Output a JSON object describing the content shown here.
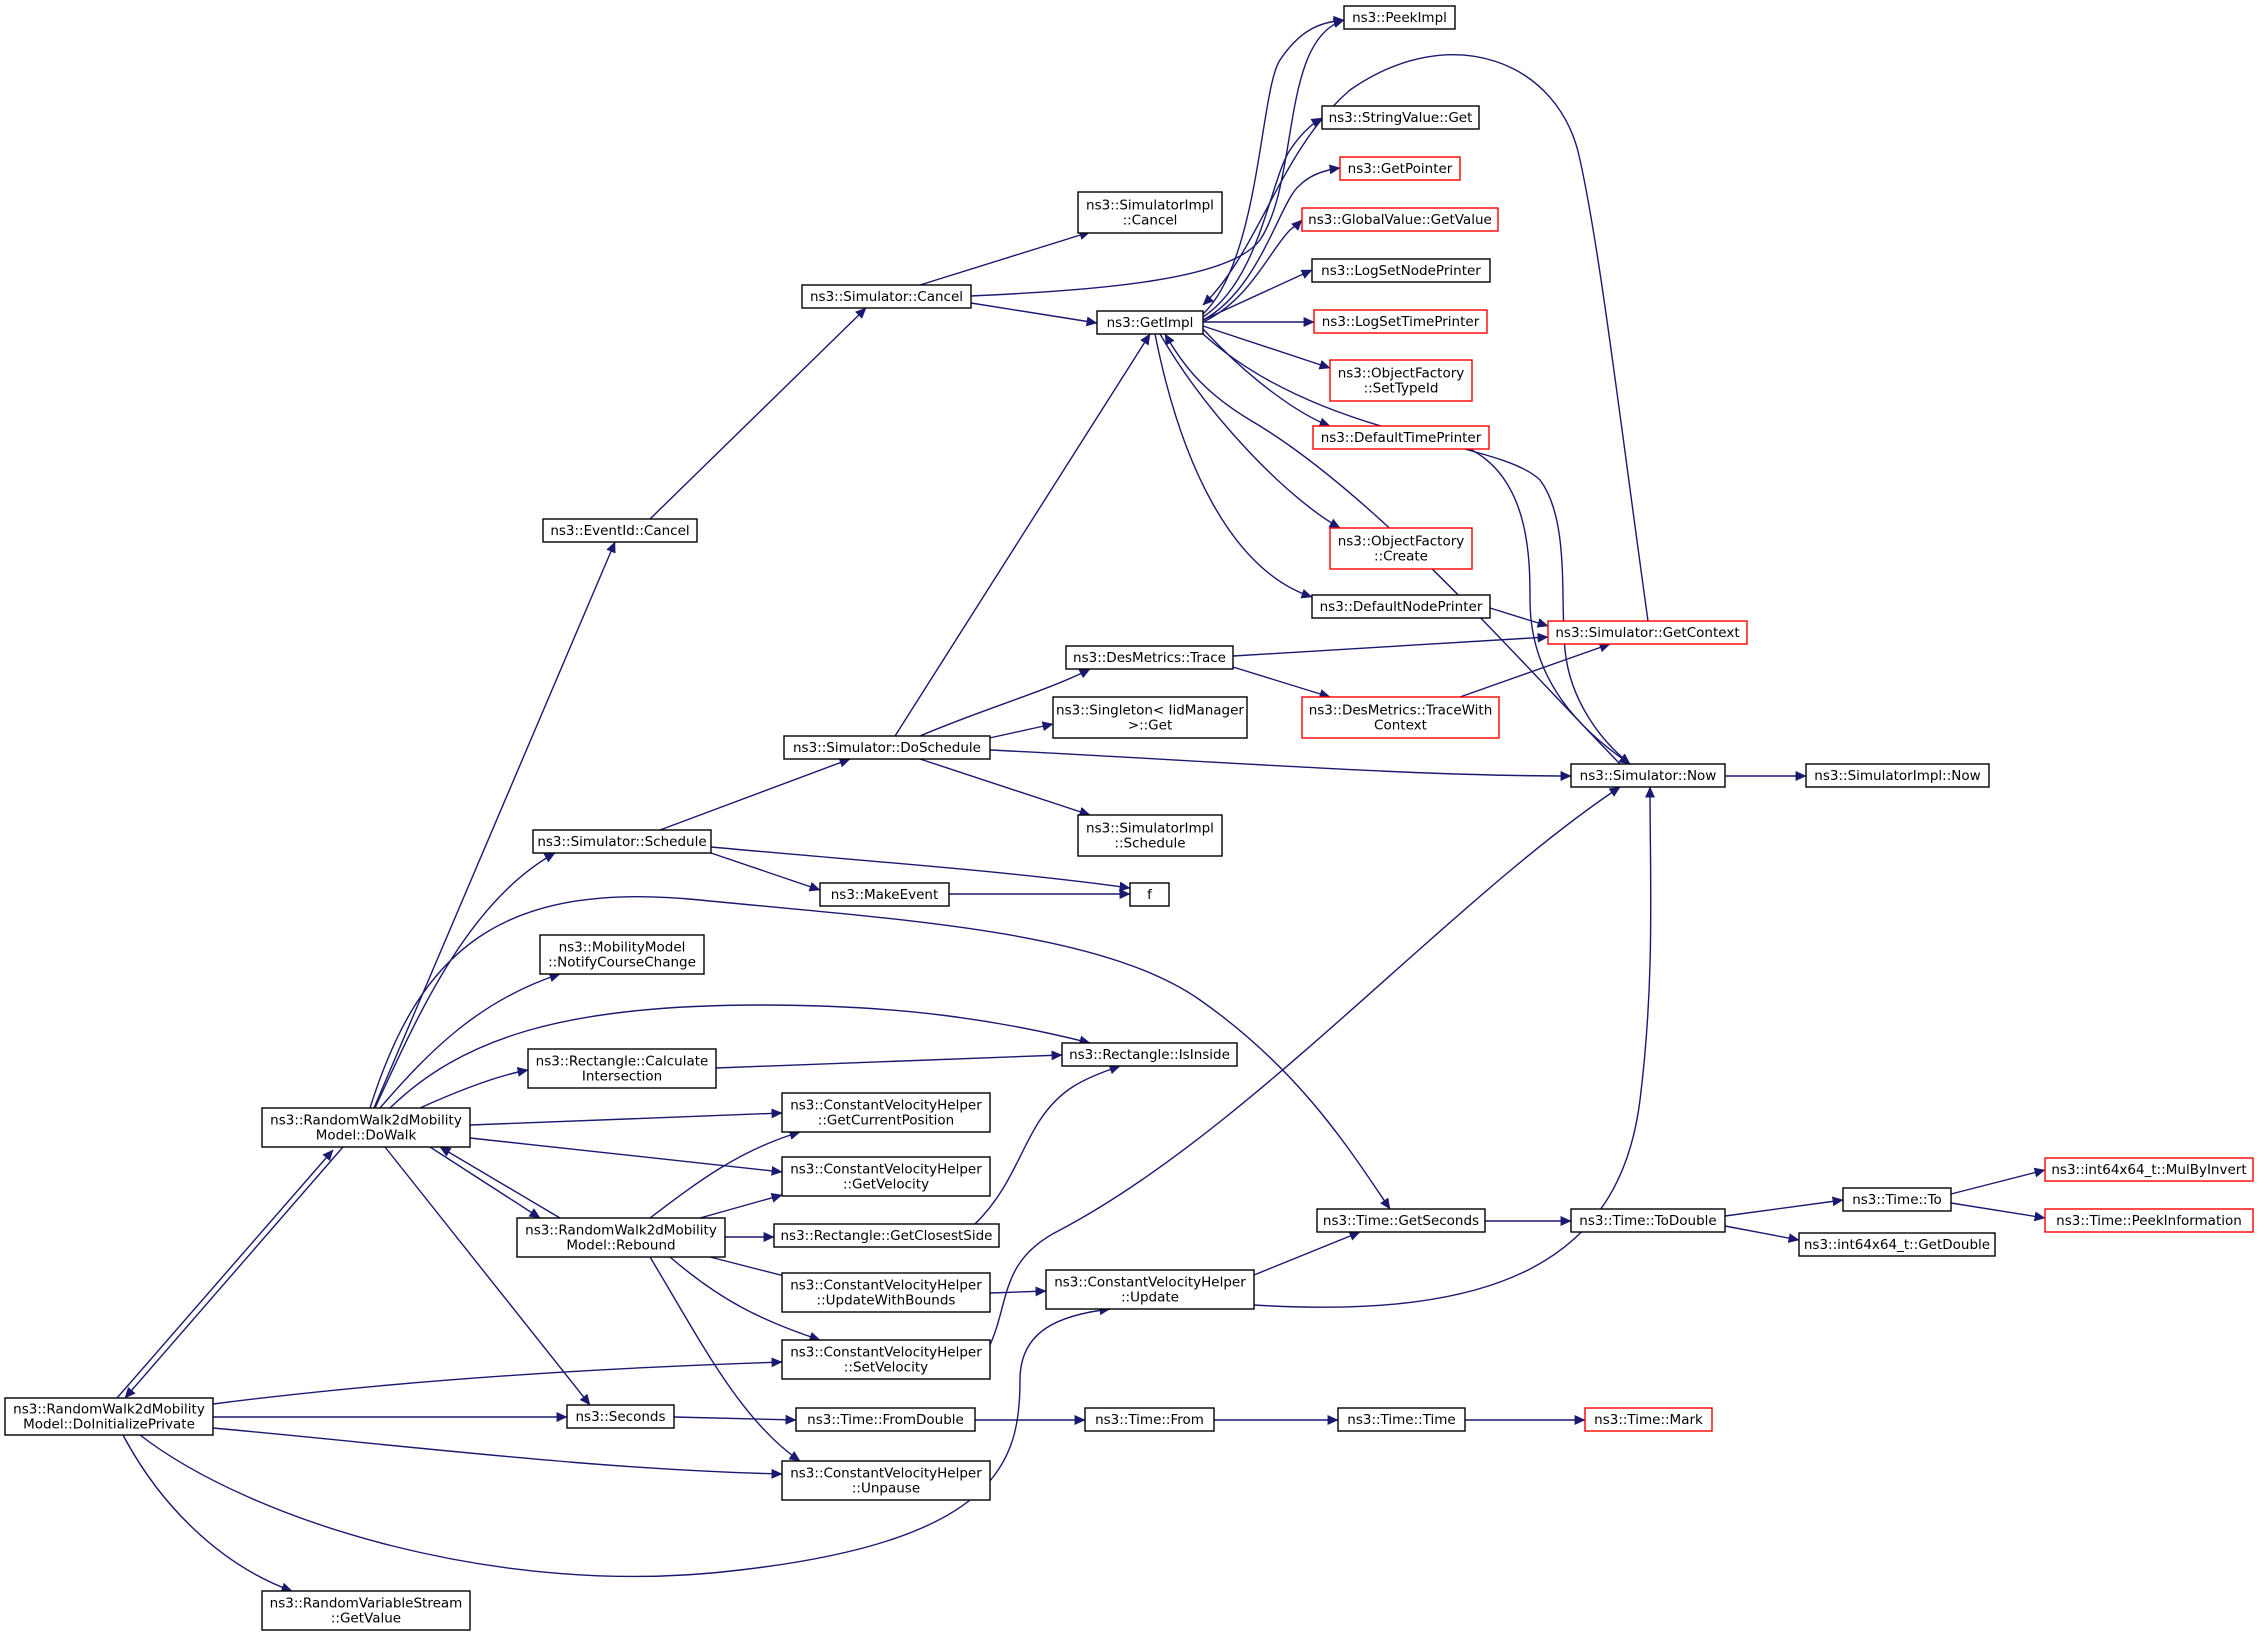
{
  "colors": {
    "edge": "#191970",
    "border_normal": "#000000",
    "border_truncated": "#ff0000",
    "root_fill": "#bfbfbf",
    "node_fill": "#ffffff",
    "text": "#000000"
  },
  "nodes": [
    {
      "id": "root",
      "lines": [
        "ns3::RandomWalk2dMobility",
        "Model::DoInitializePrivate"
      ],
      "style": "root"
    },
    {
      "id": "dowalk",
      "lines": [
        "ns3::RandomWalk2dMobility",
        "Model::DoWalk"
      ],
      "style": "normal"
    },
    {
      "id": "rebound",
      "lines": [
        "ns3::RandomWalk2dMobility",
        "Model::Rebound"
      ],
      "style": "normal"
    },
    {
      "id": "rvs_getvalue",
      "lines": [
        "ns3::RandomVariableStream",
        "::GetValue"
      ],
      "style": "normal"
    },
    {
      "id": "seconds",
      "lines": [
        "ns3::Seconds"
      ],
      "style": "normal"
    },
    {
      "id": "eventid_cancel",
      "lines": [
        "ns3::EventId::Cancel"
      ],
      "style": "normal"
    },
    {
      "id": "sim_schedule",
      "lines": [
        "ns3::Simulator::Schedule"
      ],
      "style": "normal"
    },
    {
      "id": "notify_course",
      "lines": [
        "ns3::MobilityModel",
        "::NotifyCourseChange"
      ],
      "style": "normal"
    },
    {
      "id": "rect_calc_int",
      "lines": [
        "ns3::Rectangle::Calculate",
        "Intersection"
      ],
      "style": "normal"
    },
    {
      "id": "sim_cancel",
      "lines": [
        "ns3::Simulator::Cancel"
      ],
      "style": "normal"
    },
    {
      "id": "sim_doschedule",
      "lines": [
        "ns3::Simulator::DoSchedule"
      ],
      "style": "normal"
    },
    {
      "id": "make_event",
      "lines": [
        "ns3::MakeEvent"
      ],
      "style": "normal"
    },
    {
      "id": "cvh_getcurpos",
      "lines": [
        "ns3::ConstantVelocityHelper",
        "::GetCurrentPosition"
      ],
      "style": "normal"
    },
    {
      "id": "cvh_getvel",
      "lines": [
        "ns3::ConstantVelocityHelper",
        "::GetVelocity"
      ],
      "style": "normal"
    },
    {
      "id": "rect_closest",
      "lines": [
        "ns3::Rectangle::GetClosestSide"
      ],
      "style": "normal"
    },
    {
      "id": "cvh_updbounds",
      "lines": [
        "ns3::ConstantVelocityHelper",
        "::UpdateWithBounds"
      ],
      "style": "normal"
    },
    {
      "id": "cvh_setvel",
      "lines": [
        "ns3::ConstantVelocityHelper",
        "::SetVelocity"
      ],
      "style": "normal"
    },
    {
      "id": "time_fromdouble",
      "lines": [
        "ns3::Time::FromDouble"
      ],
      "style": "normal"
    },
    {
      "id": "cvh_unpause",
      "lines": [
        "ns3::ConstantVelocityHelper",
        "::Unpause"
      ],
      "style": "normal"
    },
    {
      "id": "simimpl_cancel",
      "lines": [
        "ns3::SimulatorImpl",
        "::Cancel"
      ],
      "style": "normal"
    },
    {
      "id": "getimpl",
      "lines": [
        "ns3::GetImpl"
      ],
      "style": "normal"
    },
    {
      "id": "desm_trace",
      "lines": [
        "ns3::DesMetrics::Trace"
      ],
      "style": "normal"
    },
    {
      "id": "singleton_get",
      "lines": [
        "ns3::Singleton< IidManager",
        " >::Get"
      ],
      "style": "normal"
    },
    {
      "id": "simimpl_schedule",
      "lines": [
        "ns3::SimulatorImpl",
        "::Schedule"
      ],
      "style": "normal"
    },
    {
      "id": "f",
      "lines": [
        "f"
      ],
      "style": "normal"
    },
    {
      "id": "rect_isinside",
      "lines": [
        "ns3::Rectangle::IsInside"
      ],
      "style": "normal"
    },
    {
      "id": "cvh_update",
      "lines": [
        "ns3::ConstantVelocityHelper",
        "::Update"
      ],
      "style": "normal"
    },
    {
      "id": "time_from",
      "lines": [
        "ns3::Time::From"
      ],
      "style": "normal"
    },
    {
      "id": "peekimpl",
      "lines": [
        "ns3::PeekImpl"
      ],
      "style": "normal"
    },
    {
      "id": "stringvalue_get",
      "lines": [
        "ns3::StringValue::Get"
      ],
      "style": "normal"
    },
    {
      "id": "getpointer",
      "lines": [
        "ns3::GetPointer"
      ],
      "style": "truncated"
    },
    {
      "id": "gv_getvalue",
      "lines": [
        "ns3::GlobalValue::GetValue"
      ],
      "style": "truncated"
    },
    {
      "id": "logsetnode",
      "lines": [
        "ns3::LogSetNodePrinter"
      ],
      "style": "normal"
    },
    {
      "id": "logsettime",
      "lines": [
        "ns3::LogSetTimePrinter"
      ],
      "style": "truncated"
    },
    {
      "id": "objf_settypeid",
      "lines": [
        "ns3::ObjectFactory",
        "::SetTypeId"
      ],
      "style": "truncated"
    },
    {
      "id": "default_time_printer",
      "lines": [
        "ns3::DefaultTimePrinter"
      ],
      "style": "truncated"
    },
    {
      "id": "objf_create",
      "lines": [
        "ns3::ObjectFactory",
        "::Create"
      ],
      "style": "truncated"
    },
    {
      "id": "default_node_printer",
      "lines": [
        "ns3::DefaultNodePrinter"
      ],
      "style": "normal"
    },
    {
      "id": "desm_tracewith",
      "lines": [
        "ns3::DesMetrics::TraceWith",
        "Context"
      ],
      "style": "truncated"
    },
    {
      "id": "time_getseconds",
      "lines": [
        "ns3::Time::GetSeconds"
      ],
      "style": "normal"
    },
    {
      "id": "time_time",
      "lines": [
        "ns3::Time::Time"
      ],
      "style": "normal"
    },
    {
      "id": "sim_getcontext",
      "lines": [
        "ns3::Simulator::GetContext"
      ],
      "style": "truncated"
    },
    {
      "id": "sim_now",
      "lines": [
        "ns3::Simulator::Now"
      ],
      "style": "normal"
    },
    {
      "id": "time_todouble",
      "lines": [
        "ns3::Time::ToDouble"
      ],
      "style": "normal"
    },
    {
      "id": "time_mark",
      "lines": [
        "ns3::Time::Mark"
      ],
      "style": "truncated"
    },
    {
      "id": "simimpl_now",
      "lines": [
        "ns3::SimulatorImpl::Now"
      ],
      "style": "normal"
    },
    {
      "id": "time_to",
      "lines": [
        "ns3::Time::To"
      ],
      "style": "normal"
    },
    {
      "id": "int64_getdouble",
      "lines": [
        "ns3::int64x64_t::GetDouble"
      ],
      "style": "normal"
    },
    {
      "id": "int64_mulbyinvert",
      "lines": [
        "ns3::int64x64_t::MulByInvert"
      ],
      "style": "truncated"
    },
    {
      "id": "time_peekinfo",
      "lines": [
        "ns3::Time::PeekInformation"
      ],
      "style": "truncated"
    }
  ],
  "edges": [
    {
      "from": "root",
      "to": "dowalk"
    },
    {
      "from": "root",
      "to": "rvs_getvalue"
    },
    {
      "from": "root",
      "to": "seconds"
    },
    {
      "from": "root",
      "to": "cvh_setvel"
    },
    {
      "from": "root",
      "to": "cvh_unpause"
    },
    {
      "from": "root",
      "to": "cvh_update"
    },
    {
      "from": "dowalk",
      "to": "root"
    },
    {
      "from": "dowalk",
      "to": "eventid_cancel"
    },
    {
      "from": "dowalk",
      "to": "sim_schedule"
    },
    {
      "from": "dowalk",
      "to": "notify_course"
    },
    {
      "from": "dowalk",
      "to": "rect_calc_int"
    },
    {
      "from": "dowalk",
      "to": "rect_isinside"
    },
    {
      "from": "dowalk",
      "to": "time_getseconds"
    },
    {
      "from": "dowalk",
      "to": "cvh_getcurpos"
    },
    {
      "from": "dowalk",
      "to": "cvh_getvel"
    },
    {
      "from": "dowalk",
      "to": "rebound"
    },
    {
      "from": "dowalk",
      "to": "seconds"
    },
    {
      "from": "rebound",
      "to": "dowalk"
    },
    {
      "from": "rebound",
      "to": "cvh_getcurpos"
    },
    {
      "from": "rebound",
      "to": "cvh_getvel"
    },
    {
      "from": "rebound",
      "to": "rect_closest"
    },
    {
      "from": "rebound",
      "to": "cvh_updbounds"
    },
    {
      "from": "rebound",
      "to": "cvh_setvel"
    },
    {
      "from": "rebound",
      "to": "cvh_unpause"
    },
    {
      "from": "eventid_cancel",
      "to": "sim_cancel"
    },
    {
      "from": "sim_cancel",
      "to": "simimpl_cancel"
    },
    {
      "from": "sim_cancel",
      "to": "getimpl"
    },
    {
      "from": "sim_cancel",
      "to": "peekimpl"
    },
    {
      "from": "sim_schedule",
      "to": "sim_doschedule"
    },
    {
      "from": "sim_schedule",
      "to": "make_event"
    },
    {
      "from": "sim_schedule",
      "to": "f"
    },
    {
      "from": "make_event",
      "to": "f"
    },
    {
      "from": "sim_doschedule",
      "to": "getimpl"
    },
    {
      "from": "sim_doschedule",
      "to": "desm_trace"
    },
    {
      "from": "sim_doschedule",
      "to": "singleton_get"
    },
    {
      "from": "sim_doschedule",
      "to": "simimpl_schedule"
    },
    {
      "from": "sim_doschedule",
      "to": "sim_now"
    },
    {
      "from": "rect_calc_int",
      "to": "rect_isinside"
    },
    {
      "from": "rect_closest",
      "to": "rect_isinside"
    },
    {
      "from": "cvh_updbounds",
      "to": "cvh_update"
    },
    {
      "from": "cvh_setvel",
      "to": "sim_now"
    },
    {
      "from": "cvh_update",
      "to": "time_getseconds"
    },
    {
      "from": "cvh_update",
      "to": "sim_now"
    },
    {
      "from": "seconds",
      "to": "time_fromdouble"
    },
    {
      "from": "time_fromdouble",
      "to": "time_from"
    },
    {
      "from": "time_from",
      "to": "time_time"
    },
    {
      "from": "time_time",
      "to": "time_mark"
    },
    {
      "from": "getimpl",
      "to": "peekimpl"
    },
    {
      "from": "getimpl",
      "to": "stringvalue_get"
    },
    {
      "from": "getimpl",
      "to": "getpointer"
    },
    {
      "from": "getimpl",
      "to": "gv_getvalue"
    },
    {
      "from": "getimpl",
      "to": "logsetnode"
    },
    {
      "from": "getimpl",
      "to": "logsettime"
    },
    {
      "from": "getimpl",
      "to": "objf_settypeid"
    },
    {
      "from": "getimpl",
      "to": "default_time_printer"
    },
    {
      "from": "getimpl",
      "to": "objf_create"
    },
    {
      "from": "getimpl",
      "to": "default_node_printer"
    },
    {
      "from": "getimpl",
      "to": "sim_now"
    },
    {
      "from": "desm_trace",
      "to": "desm_tracewith"
    },
    {
      "from": "desm_trace",
      "to": "sim_getcontext"
    },
    {
      "from": "desm_tracewith",
      "to": "sim_getcontext"
    },
    {
      "from": "default_node_printer",
      "to": "sim_getcontext"
    },
    {
      "from": "default_time_printer",
      "to": "sim_now"
    },
    {
      "from": "sim_getcontext",
      "to": "getimpl"
    },
    {
      "from": "sim_now",
      "to": "getimpl"
    },
    {
      "from": "sim_now",
      "to": "simimpl_now"
    },
    {
      "from": "time_getseconds",
      "to": "time_todouble"
    },
    {
      "from": "time_todouble",
      "to": "time_to"
    },
    {
      "from": "time_todouble",
      "to": "int64_getdouble"
    },
    {
      "from": "time_to",
      "to": "int64_mulbyinvert"
    },
    {
      "from": "time_to",
      "to": "time_peekinfo"
    }
  ]
}
